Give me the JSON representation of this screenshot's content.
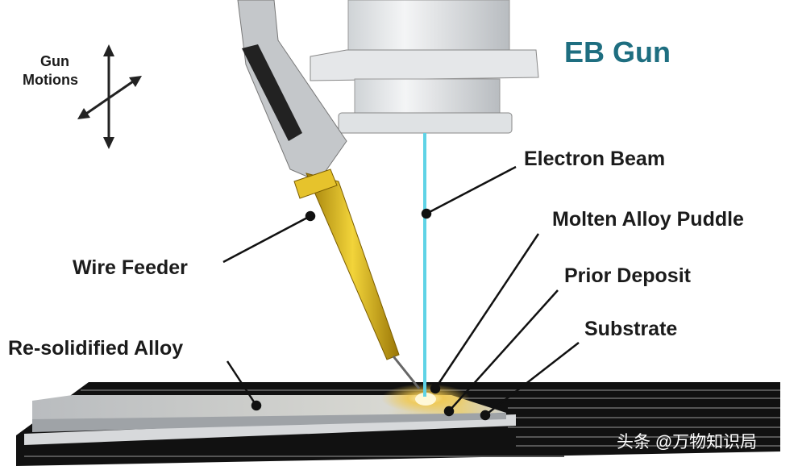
{
  "title": "EB Gun",
  "gun_motions": [
    "Gun",
    "Motions"
  ],
  "labels": {
    "electron_beam": "Electron Beam",
    "molten_puddle": "Molten Alloy Puddle",
    "prior_deposit": "Prior Deposit",
    "substrate": "Substrate",
    "wire_feeder": "Wire Feeder",
    "resolidified": "Re-solidified Alloy"
  },
  "watermark": "头条 @万物知识局",
  "colors": {
    "title": "#1e6e80",
    "beam": "#5fd3e6",
    "nozzle": "#d9b21a"
  }
}
